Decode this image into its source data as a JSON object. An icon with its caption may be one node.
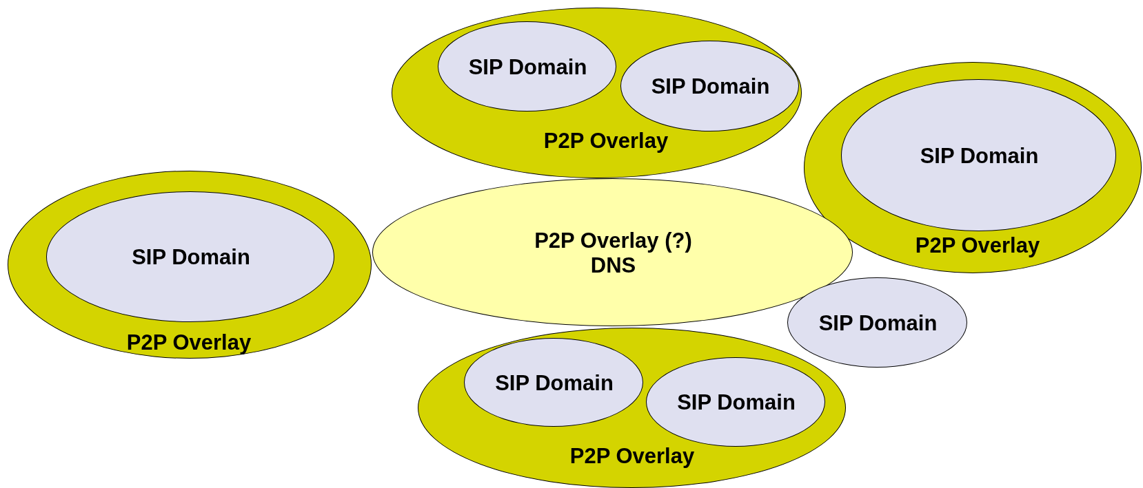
{
  "diagram": {
    "nodes": [
      {
        "text": [
          "P2P Overlay"
        ]
      },
      {
        "text": [
          "SIP Domain"
        ],
        "in": 0
      },
      {
        "text": [
          "SIP Domain"
        ],
        "in": 0
      },
      {
        "text": [
          "P2P Overlay"
        ]
      },
      {
        "text": [
          "SIP Domain"
        ],
        "in": 3
      },
      {
        "text": [
          "P2P Overlay"
        ]
      },
      {
        "text": [
          "SIP Domain"
        ],
        "in": 5
      },
      {
        "text": [
          "P2P Overlay (?)",
          "DNS"
        ]
      },
      {
        "text": [
          "SIP Domain"
        ]
      },
      {
        "text": [
          "P2P Overlay"
        ]
      },
      {
        "text": [
          "SIP Domain"
        ],
        "in": 9
      },
      {
        "text": [
          "SIP Domain"
        ],
        "in": 9
      }
    ],
    "edges": []
  }
}
